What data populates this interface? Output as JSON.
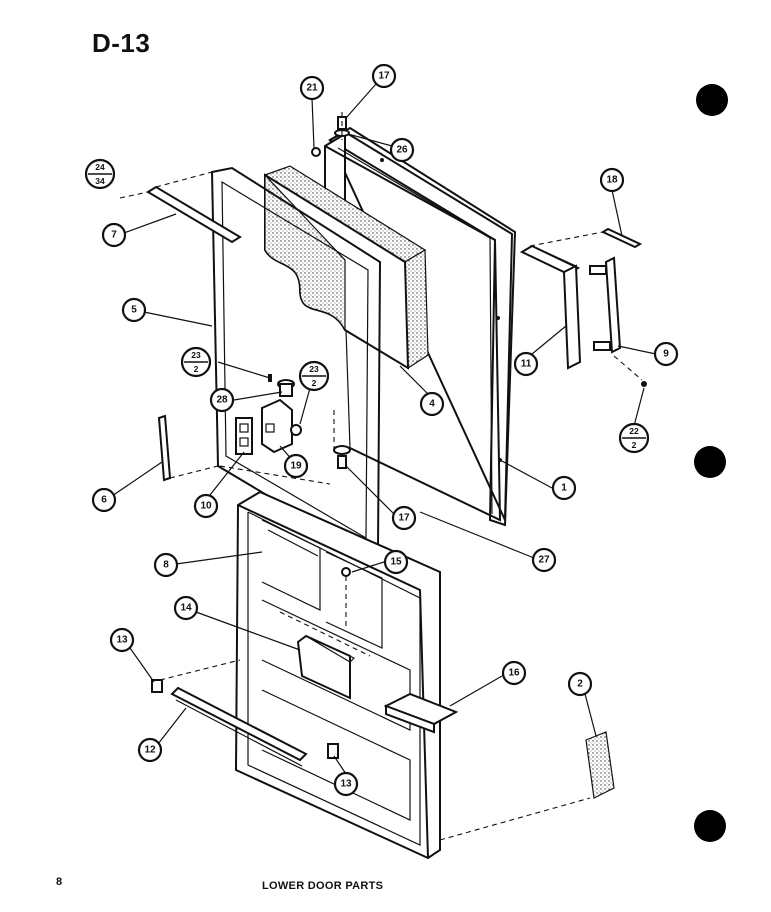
{
  "page": {
    "title": "D-13",
    "page_number": "8",
    "caption": "LOWER DOOR PARTS"
  },
  "callouts": {
    "c1": "1",
    "c2": "2",
    "c4": "4",
    "c5": "5",
    "c6": "6",
    "c7": "7",
    "c8": "8",
    "c9": "9",
    "c10": "10",
    "c11": "11",
    "c12": "12",
    "c13a": "13",
    "c13b": "13",
    "c14": "14",
    "c15": "15",
    "c16": "16",
    "c17a": "17",
    "c17b": "17",
    "c18": "18",
    "c19": "19",
    "c21": "21",
    "c26": "26",
    "c27": "27",
    "c28": "28",
    "f2434": {
      "top": "24",
      "bottom": "34"
    },
    "f232a": {
      "top": "23",
      "bottom": "2"
    },
    "f232b": {
      "top": "23",
      "bottom": "2"
    },
    "f222": {
      "top": "22",
      "bottom": "2"
    }
  }
}
